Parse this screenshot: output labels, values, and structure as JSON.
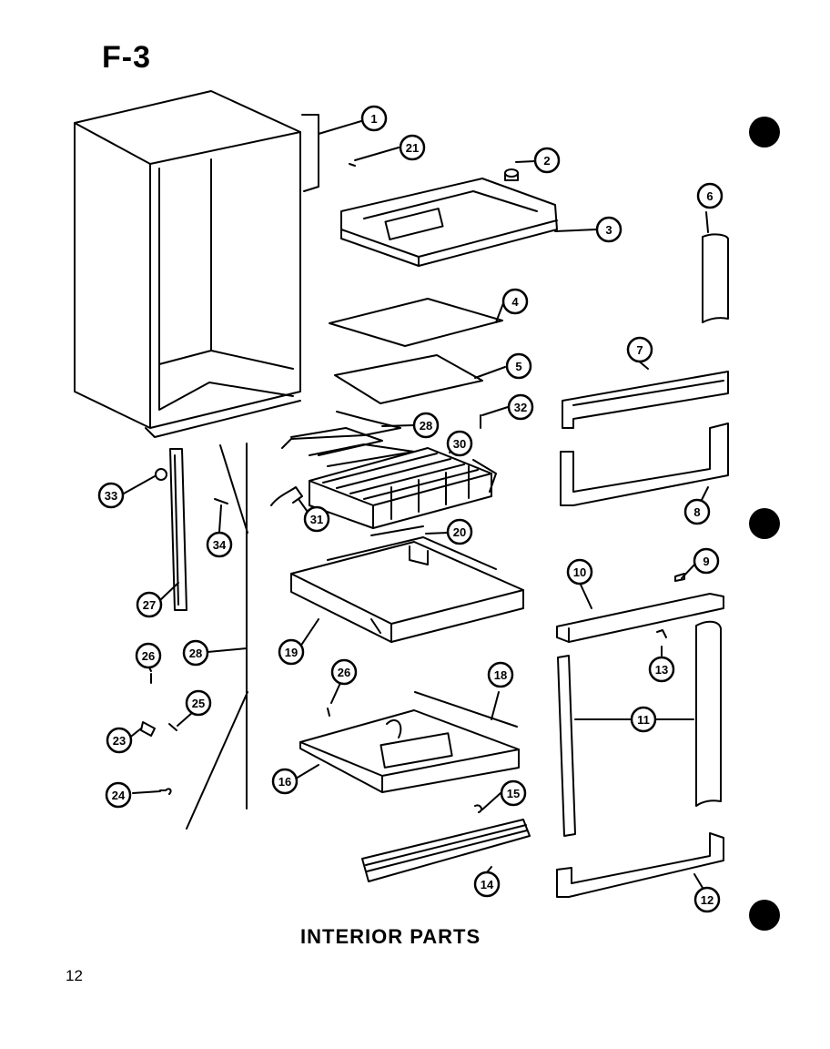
{
  "sheet_id": "F-3",
  "caption": "INTERIOR PARTS",
  "page_number": "12",
  "colors": {
    "ink": "#000000",
    "paper": "#ffffff"
  },
  "callouts": [
    {
      "id": "c1",
      "label": "1"
    },
    {
      "id": "c2",
      "label": "2"
    },
    {
      "id": "c3",
      "label": "3"
    },
    {
      "id": "c4",
      "label": "4"
    },
    {
      "id": "c5",
      "label": "5"
    },
    {
      "id": "c6",
      "label": "6"
    },
    {
      "id": "c7",
      "label": "7"
    },
    {
      "id": "c8",
      "label": "8"
    },
    {
      "id": "c9",
      "label": "9"
    },
    {
      "id": "c10",
      "label": "10"
    },
    {
      "id": "c11",
      "label": "11"
    },
    {
      "id": "c12",
      "label": "12"
    },
    {
      "id": "c13",
      "label": "13"
    },
    {
      "id": "c14",
      "label": "14"
    },
    {
      "id": "c15",
      "label": "15"
    },
    {
      "id": "c16",
      "label": "16"
    },
    {
      "id": "c18",
      "label": "18"
    },
    {
      "id": "c19",
      "label": "19"
    },
    {
      "id": "c20",
      "label": "20"
    },
    {
      "id": "c21",
      "label": "21"
    },
    {
      "id": "c23",
      "label": "23"
    },
    {
      "id": "c24",
      "label": "24"
    },
    {
      "id": "c25",
      "label": "25"
    },
    {
      "id": "c26a",
      "label": "26"
    },
    {
      "id": "c26b",
      "label": "26"
    },
    {
      "id": "c27",
      "label": "27"
    },
    {
      "id": "c28a",
      "label": "28"
    },
    {
      "id": "c28b",
      "label": "28"
    },
    {
      "id": "c30",
      "label": "30"
    },
    {
      "id": "c31",
      "label": "31"
    },
    {
      "id": "c32",
      "label": "32"
    },
    {
      "id": "c33",
      "label": "33"
    },
    {
      "id": "c34",
      "label": "34"
    }
  ]
}
